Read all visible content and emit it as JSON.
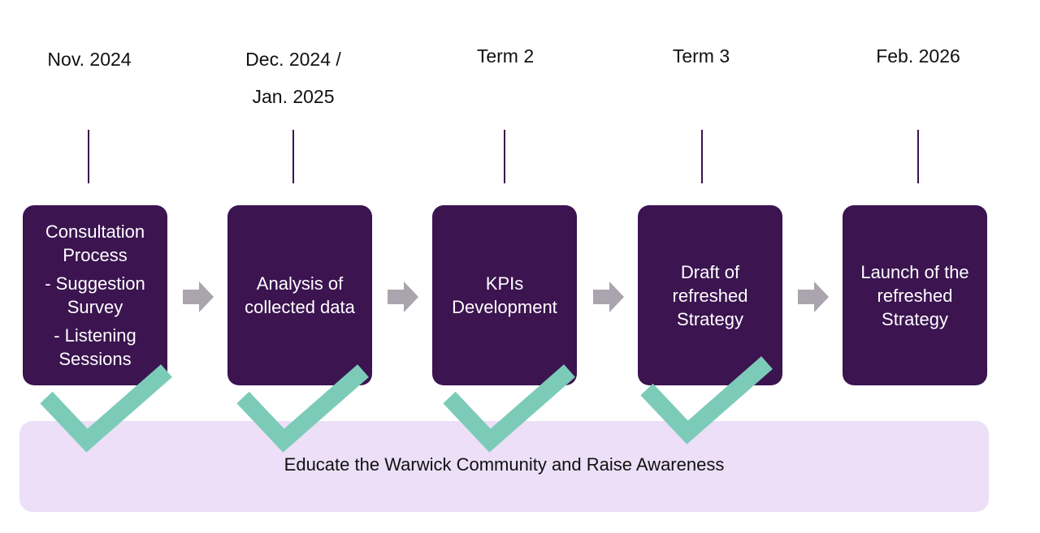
{
  "stages": [
    {
      "date": [
        "Nov. 2024"
      ],
      "lines": [
        "Consultation Process",
        "- Suggestion Survey",
        "- Listening Sessions"
      ],
      "completed": true
    },
    {
      "date": [
        "Dec. 2024 /",
        "Jan. 2025"
      ],
      "lines": [
        "Analysis of collected data"
      ],
      "completed": true
    },
    {
      "date": [
        "Term 2"
      ],
      "lines": [
        "KPIs Development"
      ],
      "completed": true
    },
    {
      "date": [
        "Term 3"
      ],
      "lines": [
        "Draft of refreshed Strategy"
      ],
      "completed": true
    },
    {
      "date": [
        "Feb. 2026"
      ],
      "lines": [
        "Launch of the refreshed Strategy"
      ],
      "completed": false
    }
  ],
  "band": {
    "text": "Educate the Warwick Community and Raise Awareness"
  },
  "colors": {
    "box": "#3b1450",
    "check": "#7ccbb8",
    "arrow": "#a9a4ad",
    "band": "#ecdff7"
  }
}
